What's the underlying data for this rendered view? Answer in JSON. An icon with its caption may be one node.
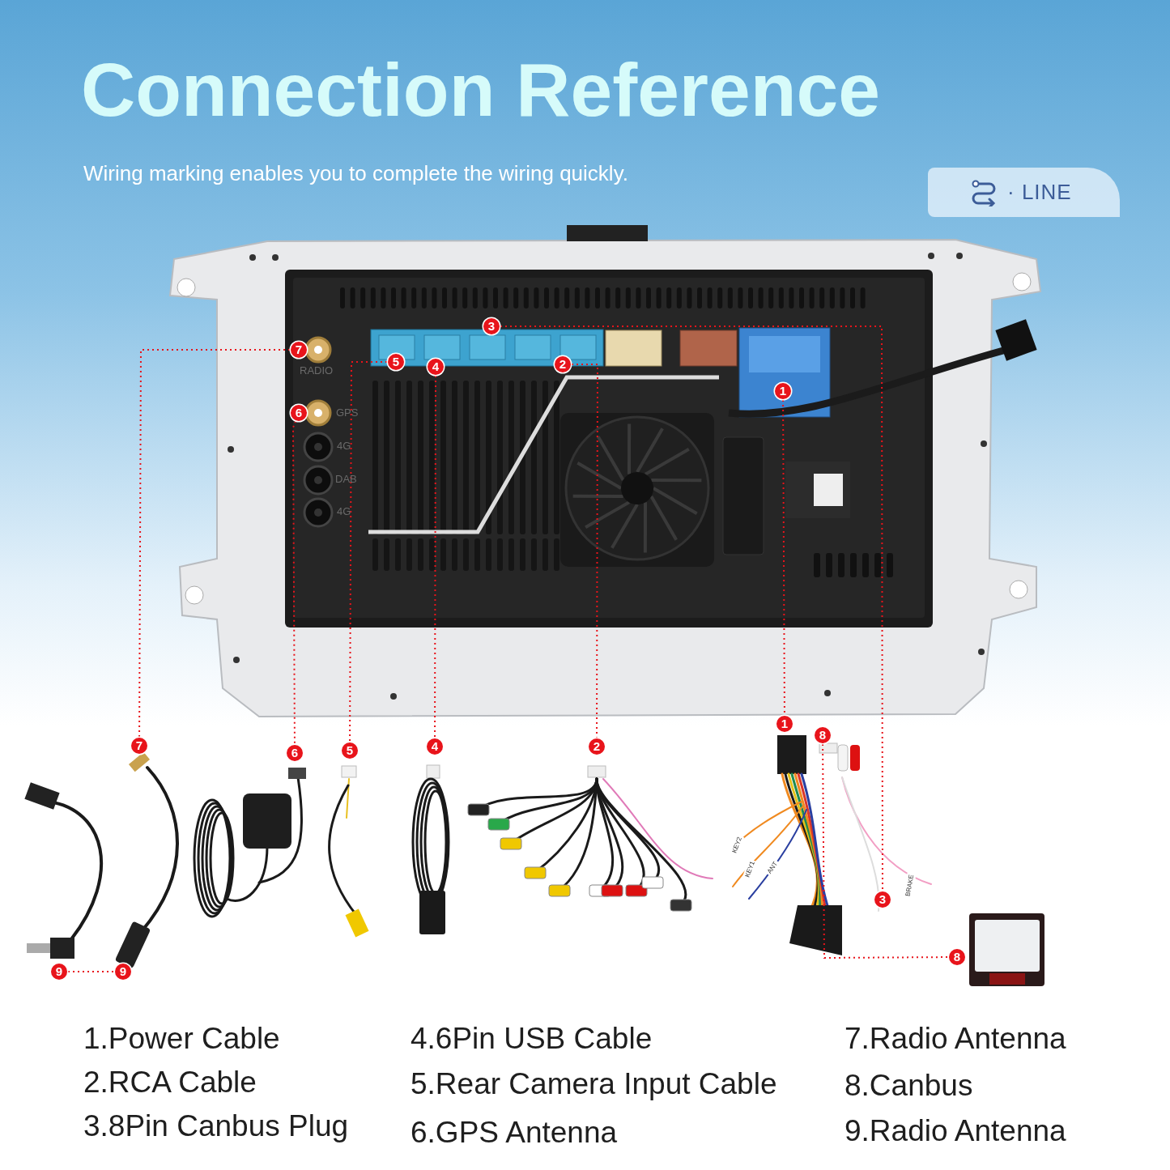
{
  "diagram": {
    "title": "Connection Reference",
    "nodes": [
      {
        "text": [
          "· LINE"
        ]
      },
      {
        "text": [
          "3"
        ]
      },
      {
        "text": [
          "7"
        ]
      },
      {
        "text": [
          "5"
        ]
      },
      {
        "text": [
          "4"
        ]
      },
      {
        "text": [
          "2"
        ]
      },
      {
        "text": [
          "1"
        ]
      },
      {
        "text": [
          "6"
        ]
      },
      {
        "text": [
          "1"
        ]
      },
      {
        "text": [
          "8"
        ]
      },
      {
        "text": [
          "7"
        ]
      },
      {
        "text": [
          "6"
        ]
      },
      {
        "text": [
          "5"
        ]
      },
      {
        "text": [
          "4"
        ]
      },
      {
        "text": [
          "2"
        ]
      },
      {
        "text": [
          "3"
        ]
      },
      {
        "text": [
          "9"
        ]
      },
      {
        "text": [
          "9"
        ]
      },
      {
        "text": [
          "8"
        ]
      }
    ],
    "edges": [
      {
        "from": 2,
        "to": 10,
        "arrow": "none",
        "style": "dashed"
      },
      {
        "from": 7,
        "to": 11,
        "arrow": "none",
        "style": "dashed"
      },
      {
        "from": 3,
        "to": 12,
        "arrow": "none",
        "style": "dashed"
      },
      {
        "from": 4,
        "to": 13,
        "arrow": "none",
        "style": "dashed"
      },
      {
        "from": 5,
        "to": 14,
        "arrow": "none",
        "style": "dashed"
      },
      {
        "from": 6,
        "to": 8,
        "arrow": "none",
        "style": "dashed"
      },
      {
        "from": 1,
        "to": 15,
        "arrow": "none",
        "style": "dashed"
      },
      {
        "from": 16,
        "to": 17,
        "arrow": "none",
        "style": "dashed"
      },
      {
        "from": 9,
        "to": 18,
        "arrow": "none",
        "style": "dashed"
      }
    ],
    "labels": [
      "Wiring marking enables you to complete the wiring quickly.",
      "RADIO",
      "GPS",
      "4G",
      "DAB",
      "4G",
      "KEY2",
      "KEY1",
      "ANT",
      "BRAKE",
      "1.Power Cable",
      "4.6Pin USB Cable",
      "7.Radio Antenna",
      "2.RCA Cable",
      "5.Rear Camera Input Cable",
      "8.Canbus",
      "3.8Pin Canbus Plug",
      "6.GPS Antenna",
      "9.Radio Antenna"
    ]
  }
}
